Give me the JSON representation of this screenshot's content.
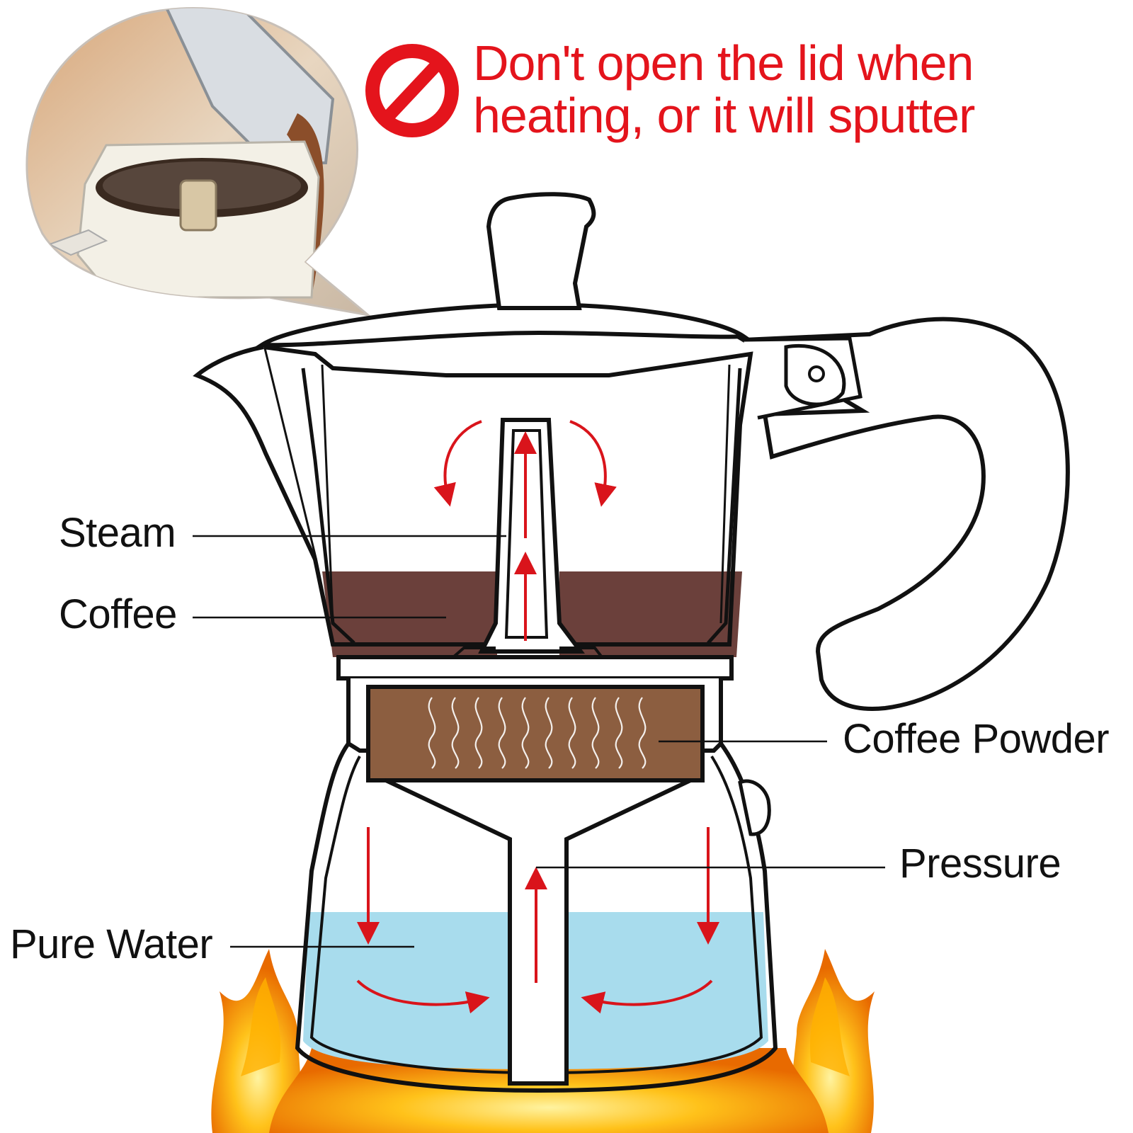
{
  "warning": {
    "line1": "Don't open the lid when",
    "line2": "heating, or it will sputter",
    "icon": "prohibited-icon",
    "color": "#e4141c"
  },
  "labels": {
    "steam": "Steam",
    "coffee": "Coffee",
    "coffee_powder": "Coffee Powder",
    "pressure": "Pressure",
    "pure_water": "Pure Water"
  },
  "colors": {
    "coffee": "#6b403b",
    "powder": "#8c5e40",
    "water": "#a8dced",
    "arrow": "#d9141b",
    "outline": "#111111"
  }
}
